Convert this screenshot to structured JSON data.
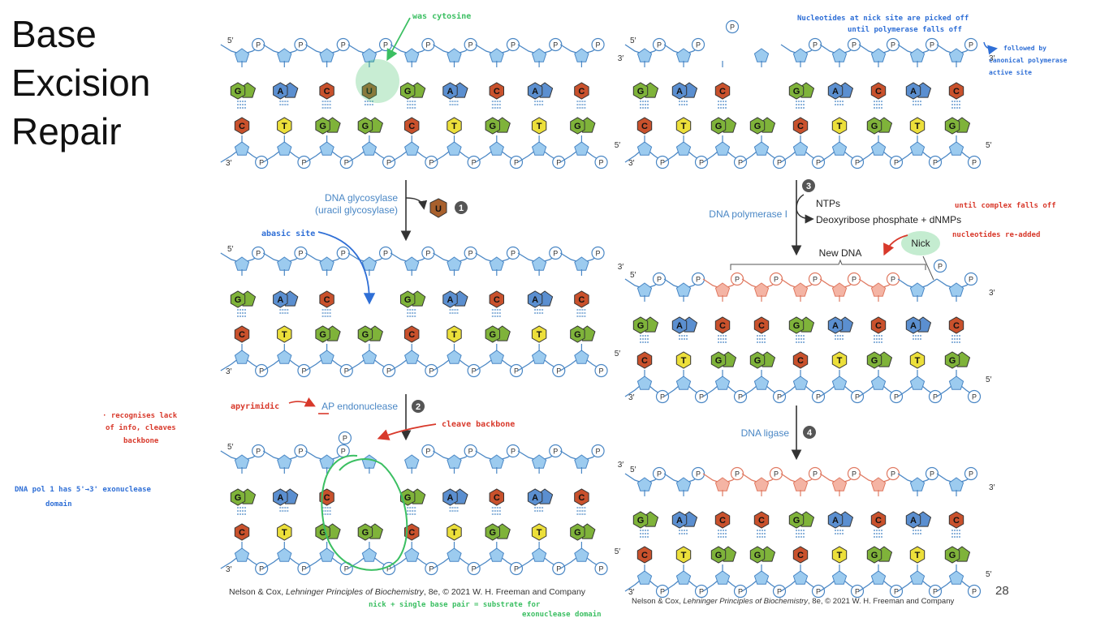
{
  "title": [
    "Base",
    "Excision",
    "Repair"
  ],
  "credits": {
    "left_pre": "Nelson & Cox, ",
    "left_book": "Lehninger Principles of Biochemistry",
    "left_post": ", 8e, © 2021 W. H. Freeman and Company",
    "right_pre": "Nelson & Cox, ",
    "right_book": "Lehninger Principles of Biochemistry",
    "right_post": ", 8e, © 2021 W. H. Freeman and Company"
  },
  "page_number": "28",
  "strand_labels": {
    "five": "5′",
    "three": "3′",
    "phosphate": "P"
  },
  "steps": {
    "s1_num": "1",
    "s1_l1": "DNA glycosylase",
    "s1_l2": "(uracil glycosylase)",
    "s1_removed": "U",
    "s2_num": "2",
    "s2_l1": "AP endonuclease",
    "s3_num": "3",
    "s3_l1": "DNA polymerase I",
    "s3_in": "NTPs",
    "s3_out": "Deoxyribose phosphate + dNMPs",
    "s4_num": "4",
    "s4_l1": "DNA ligase",
    "new_dna": "New DNA",
    "nick": "Nick"
  },
  "annotations": {
    "was_cytosine": "was cytosine",
    "abasic_site": "abasic site",
    "apyrimidic": "apyrimidic",
    "cleave_backbone": "cleave backbone",
    "recognises_1": "· recognises lack",
    "recognises_2": "of info, cleaves",
    "recognises_3": "backbone",
    "dna_pol_1": "DNA pol 1 has 5'→3' exonuclease",
    "dna_pol_2": "domain",
    "nick_substrate_1": "nick + single base pair = substrate for",
    "nick_substrate_2": "exonuclease domain",
    "picked_off_1": "Nucleotides at nick site are picked off",
    "picked_off_2": "until polymerase falls off",
    "followed_1": "followed by",
    "followed_2": "canonical polymerase",
    "followed_3": "active site",
    "until_falls": "until complex falls off",
    "readded": "nucleotides re-added"
  },
  "colors": {
    "backbone": "#4a87c5",
    "sugar": "#9ccbef",
    "phosphate_stroke": "#4a87c5",
    "G": "#7fb33a",
    "C": "#c9512c",
    "A": "#5b8fd0",
    "T": "#ecdf3a",
    "U": "#a8602d",
    "new_strand": "#e07a62",
    "new_sugar": "#f4b4a4",
    "ann_blue": "#2f6fd6",
    "ann_red": "#d8392b",
    "ann_green": "#3bbf62"
  },
  "panels": [
    {
      "id": "p1",
      "top": [
        "G",
        "A",
        "C",
        "U",
        "G",
        "A",
        "C",
        "A",
        "C"
      ],
      "bottom": [
        "C",
        "T",
        "G",
        "G",
        "C",
        "T",
        "G",
        "T",
        "G"
      ],
      "gap": null,
      "nick": false
    },
    {
      "id": "p2",
      "top": [
        "G",
        "A",
        "C",
        "",
        "G",
        "A",
        "C",
        "A",
        "C"
      ],
      "bottom": [
        "C",
        "T",
        "G",
        "G",
        "C",
        "T",
        "G",
        "T",
        "G"
      ],
      "gap": null,
      "nick": false
    },
    {
      "id": "p3",
      "top": [
        "G",
        "A",
        "C",
        "",
        "G",
        "A",
        "C",
        "A",
        "C"
      ],
      "bottom": [
        "C",
        "T",
        "G",
        "G",
        "C",
        "T",
        "G",
        "T",
        "G"
      ],
      "gap": 3,
      "nick": false
    },
    {
      "id": "p4",
      "top": [
        "G",
        "A",
        "C",
        "",
        "G",
        "A",
        "C",
        "A",
        "C"
      ],
      "bottom": [
        "C",
        "T",
        "G",
        "G",
        "C",
        "T",
        "G",
        "T",
        "G"
      ],
      "gap": 2,
      "nick": false
    },
    {
      "id": "p5",
      "top": [
        "G",
        "A",
        "C",
        "C",
        "G",
        "A",
        "C",
        "A",
        "C"
      ],
      "bottom": [
        "C",
        "T",
        "G",
        "G",
        "C",
        "T",
        "G",
        "T",
        "G"
      ],
      "gap": null,
      "nick": true
    },
    {
      "id": "p6",
      "top": [
        "G",
        "A",
        "C",
        "C",
        "G",
        "A",
        "C",
        "A",
        "C"
      ],
      "bottom": [
        "C",
        "T",
        "G",
        "G",
        "C",
        "T",
        "G",
        "T",
        "G"
      ],
      "gap": null,
      "nick": false
    }
  ]
}
